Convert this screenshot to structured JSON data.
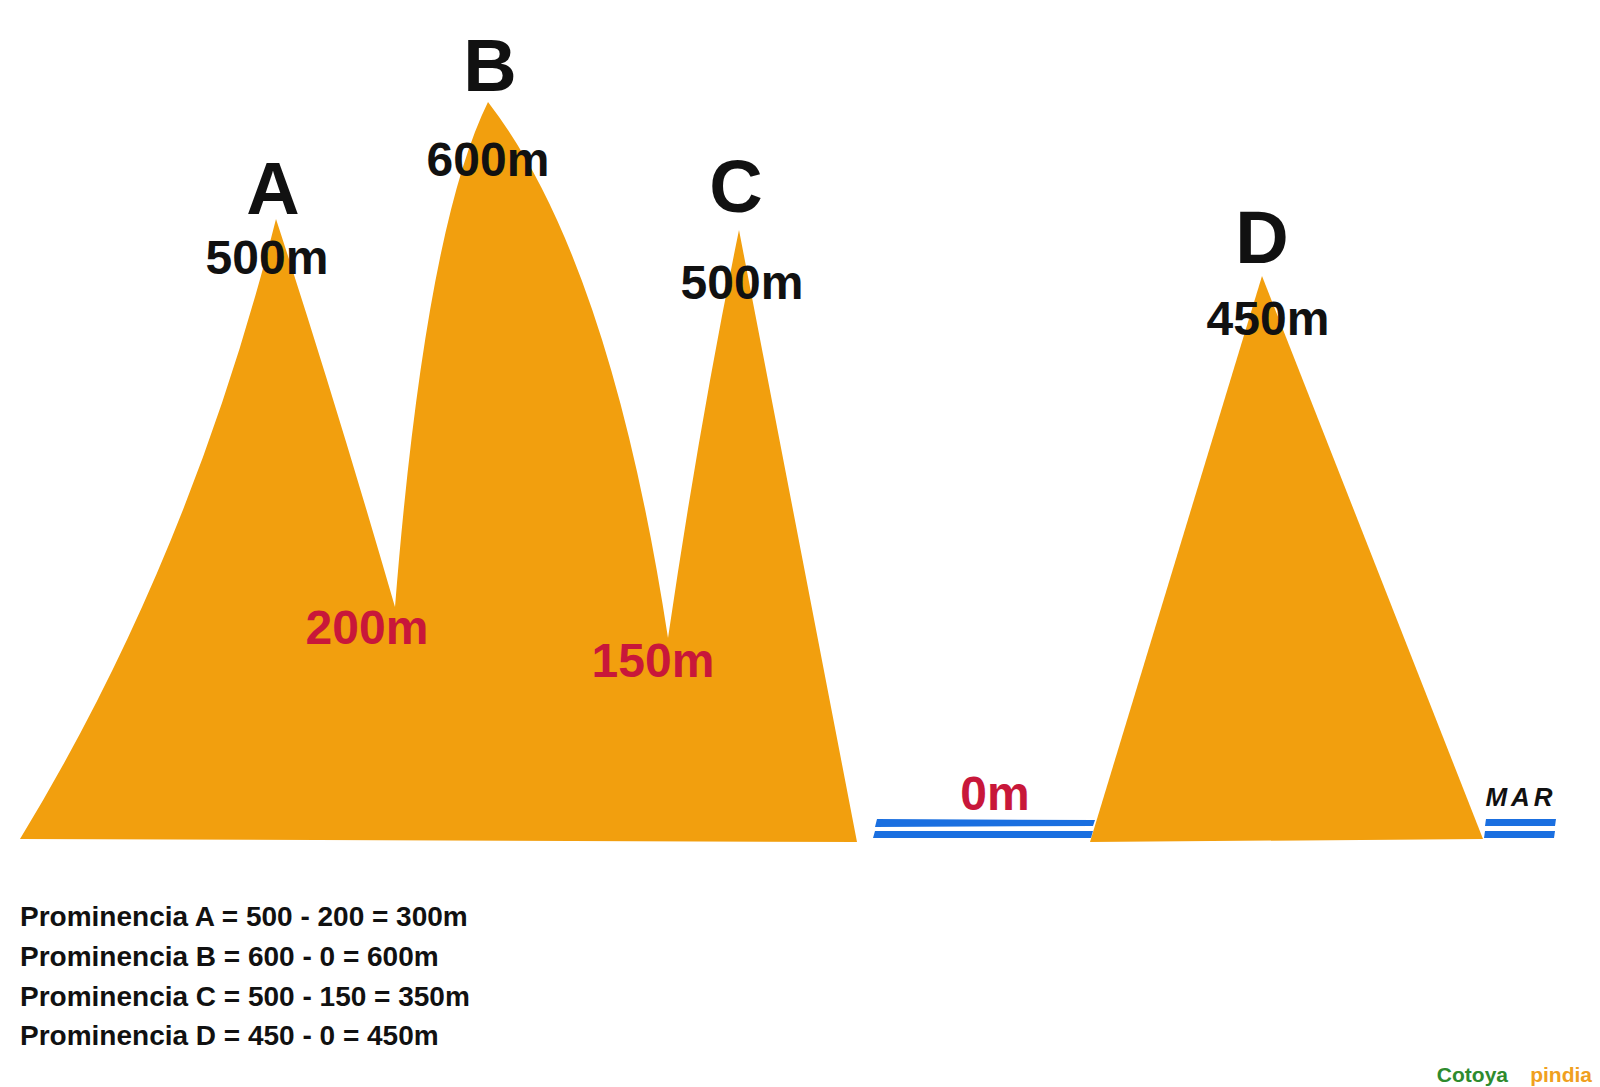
{
  "diagram": {
    "labels": [
      "A",
      "500m",
      "B",
      "600m",
      "C",
      "500m",
      "D",
      "450m",
      "200m",
      "150m",
      "0m",
      "MAR",
      "Prominencia A = 500 - 200 = 300m",
      "Prominencia B = 600 - 0 = 600m",
      "Prominencia C = 500 - 150 = 350m",
      "Prominencia D = 450 - 0 = 450m",
      "Cotoya",
      "pindia"
    ]
  }
}
